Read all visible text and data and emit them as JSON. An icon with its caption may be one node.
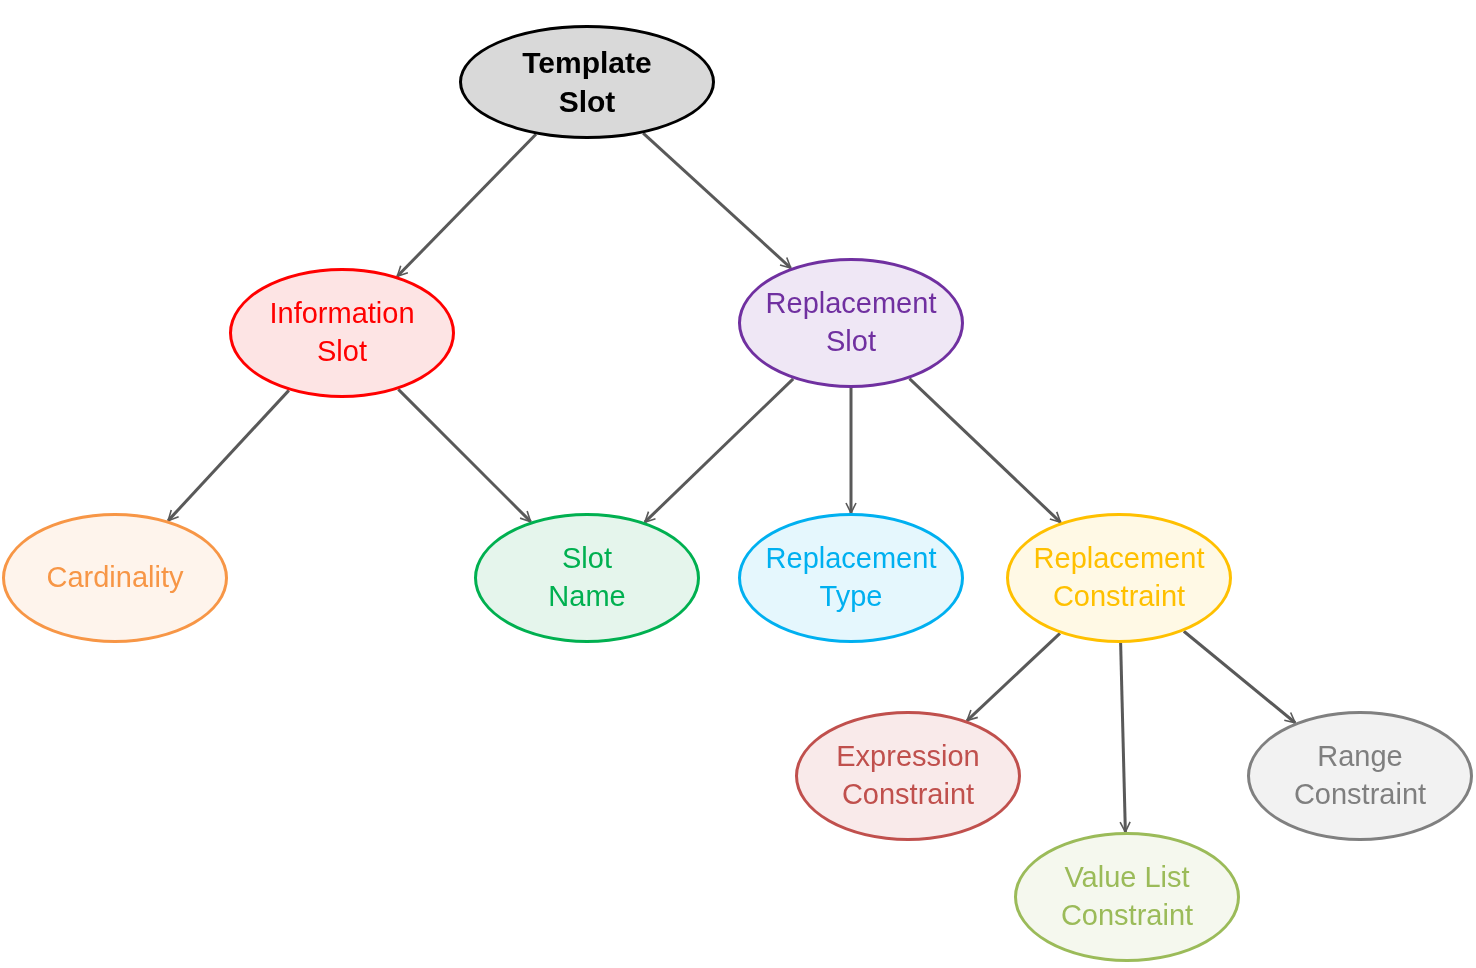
{
  "diagram": {
    "nodes": [
      {
        "text": [
          "Template Slot"
        ]
      },
      {
        "text": [
          "Information Slot"
        ]
      },
      {
        "text": [
          "Replacement Slot"
        ]
      },
      {
        "text": [
          "Cardinality"
        ]
      },
      {
        "text": [
          "Slot Name"
        ]
      },
      {
        "text": [
          "Replacement Type"
        ]
      },
      {
        "text": [
          "Replacement Constraint"
        ]
      },
      {
        "text": [
          "Expression Constraint"
        ]
      },
      {
        "text": [
          "Range Constraint"
        ]
      },
      {
        "text": [
          "Value List Constraint"
        ]
      }
    ],
    "edges": [
      {
        "from": 0,
        "to": 1,
        "arrow": "to"
      },
      {
        "from": 0,
        "to": 2,
        "arrow": "to"
      },
      {
        "from": 1,
        "to": 3,
        "arrow": "to"
      },
      {
        "from": 1,
        "to": 4,
        "arrow": "to"
      },
      {
        "from": 2,
        "to": 4,
        "arrow": "to"
      },
      {
        "from": 2,
        "to": 5,
        "arrow": "to"
      },
      {
        "from": 2,
        "to": 6,
        "arrow": "to"
      },
      {
        "from": 6,
        "to": 7,
        "arrow": "to"
      },
      {
        "from": 6,
        "to": 9,
        "arrow": "to"
      },
      {
        "from": 6,
        "to": 8,
        "arrow": "to"
      }
    ]
  }
}
